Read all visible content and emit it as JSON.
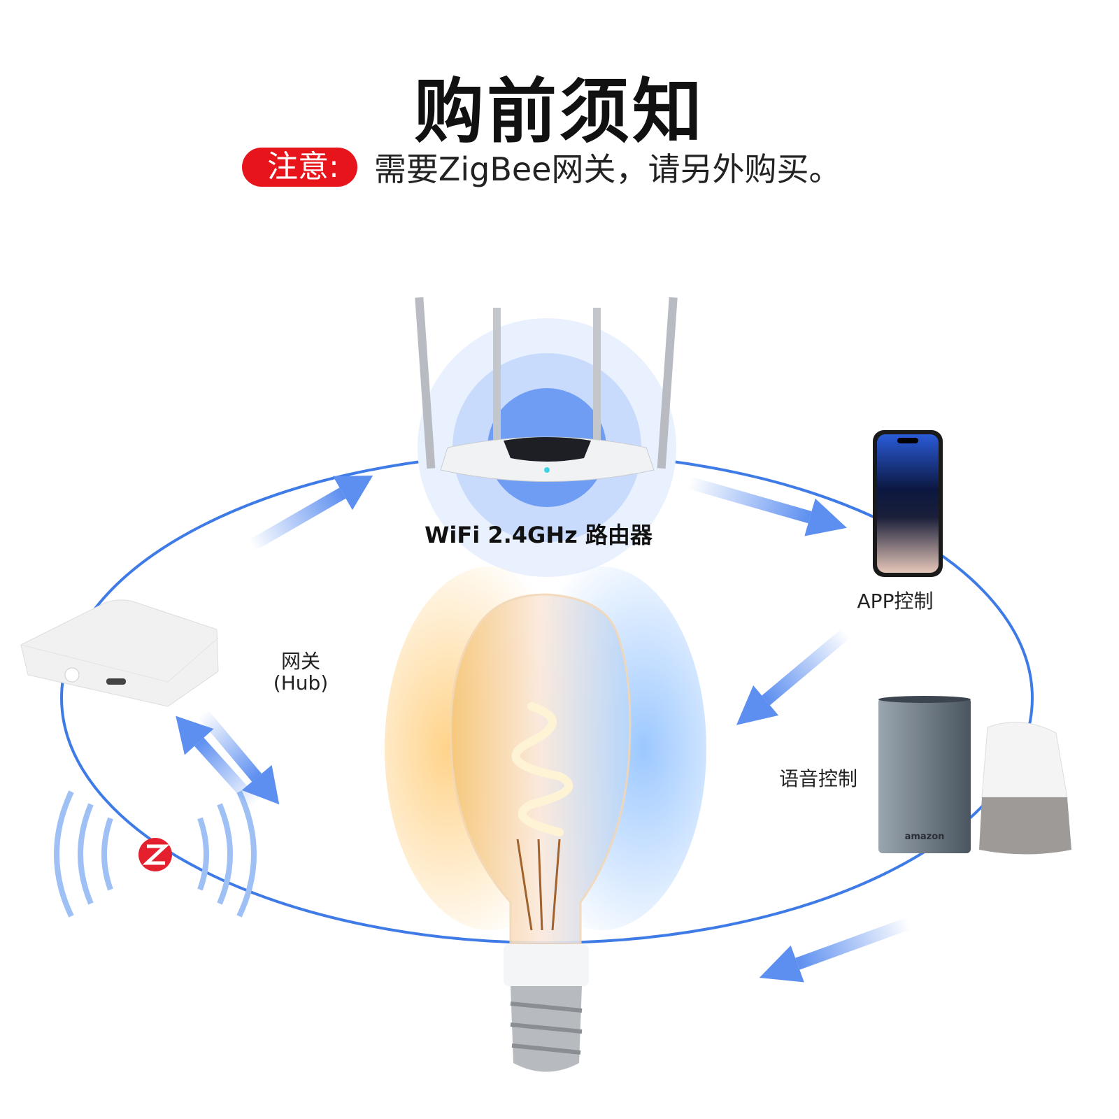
{
  "header": {
    "title": "购前须知",
    "notice_badge": "注意:",
    "notice_text": "需要ZigBee网关，请另外购买。"
  },
  "nodes": {
    "router_label": "WiFi 2.4GHz 路由器",
    "app_label": "APP控制",
    "voice_label": "语音控制",
    "hub_label": "网关",
    "hub_sublabel": "(Hub)",
    "speaker_brand": "amazon"
  },
  "colors": {
    "accent_blue": "#3f7be6",
    "notice_red": "#e8141b",
    "zigbee_red": "#e5202e"
  }
}
